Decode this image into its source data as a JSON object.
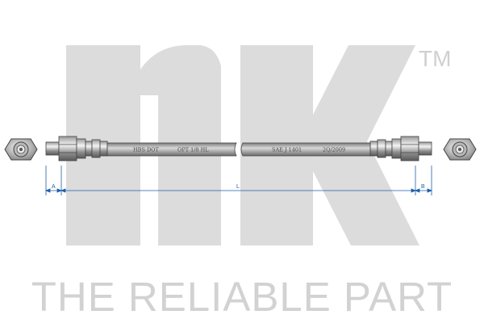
{
  "brand": {
    "logo_text": "nK",
    "trademark": "TM",
    "tagline": "THE RELIABLE PART",
    "logo_color": "#dcdcdc"
  },
  "hose": {
    "markings": [
      "HBS DOT",
      "OPT 1/8 HL",
      "SAE J 1401",
      "2Q/2009"
    ]
  },
  "dimensions": {
    "a_label": "A",
    "l_label": "L",
    "b_label": "B",
    "line_color": "#1e5fa8"
  }
}
